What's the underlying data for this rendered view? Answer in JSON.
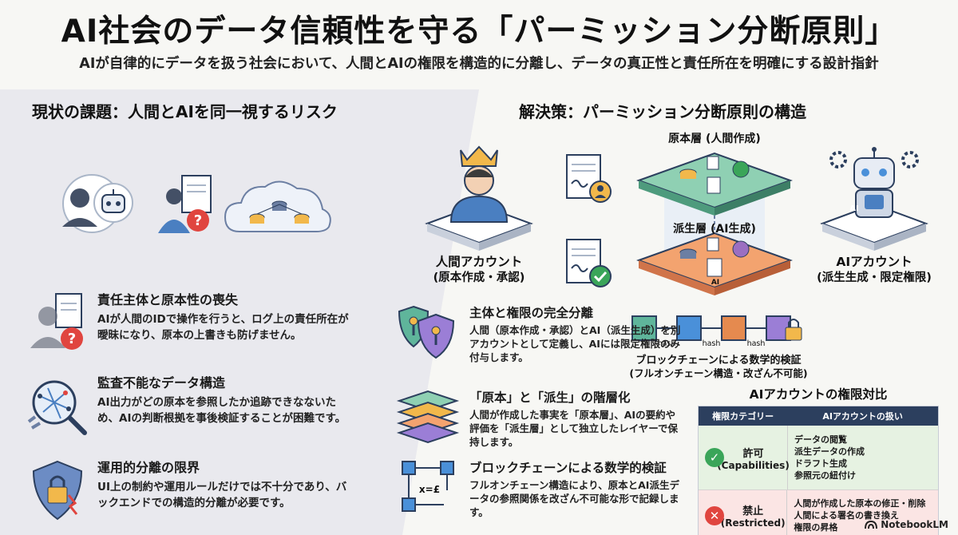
{
  "header": {
    "title": "AI社会のデータ信頼性を守る「パーミッション分断原則」",
    "subtitle": "AIが自律的にデータを扱う社会において、人間とAIの権限を構造的に分離し、データの真正性と責任所在を明確にする設計指針"
  },
  "left": {
    "title": "現状の課題：人間とAIを同一視するリスク",
    "issues": [
      {
        "title": "責任主体と原本性の喪失",
        "body": "AIが人間のIDで操作を行うと、ログ上の責任所在が曖昧になり、原本の上書きも防げません。",
        "icon": "person-document-question-icon"
      },
      {
        "title": "監査不能なデータ構造",
        "body": "AI出力がどの原本を参照したか追跡できなないため、AIの判断根拠を事後検証することが困難です。",
        "icon": "tangled-network-magnifier-icon"
      },
      {
        "title": "運用的分離の限界",
        "body": "UI上の制約や運用ルールだけでは不十分であり、バックエンドでの構造的分離が必要です。",
        "icon": "broken-shield-lock-icon"
      }
    ]
  },
  "right": {
    "title": "解決策：パーミッション分断原則の構造",
    "human_account": {
      "label": "人間アカウント",
      "sub": "(原本作成・承認)"
    },
    "ai_account": {
      "label": "AIアカウント",
      "sub": "(派生生成・限定権限)"
    },
    "original_layer": "原本層 (人間作成)",
    "derived_layer": "派生層 (AI生成)",
    "hash_labels": [
      "hash",
      "hash",
      "hash"
    ],
    "chain_caption": "ブロックチェーンによる数学的検証",
    "chain_sub": "(フルオンチェーン構造・改ざん不可能)",
    "ai_badge": "AI",
    "features": [
      {
        "title": "主体と権限の完全分離",
        "body": "人間（原本作成・承認）とAI（派生生成）を別アカウントとして定義し、AIには限定権限のみ付与します。",
        "icon": "dual-shield-key-icon"
      },
      {
        "title": "「原本」と「派生」の階層化",
        "body": "人間が作成した事実を「原本層」、AIの要約や評価を「派生層」として独立したレイヤーで保持します。",
        "icon": "layer-stack-icon"
      },
      {
        "title": "ブロックチェーンによる数学的検証",
        "body": "フルオンチェーン構造により、原本とAI派生データの参照関係を改ざん不可能な形で記録します。",
        "icon": "cube-network-icon"
      }
    ],
    "formula": "x=£"
  },
  "table": {
    "title": "AIアカウントの権限対比",
    "headers": [
      "権限カテゴリー",
      "AIアカウントの扱い"
    ],
    "allow": {
      "label": "許可",
      "en": "(Capabilities)",
      "items": [
        "データの閲覧",
        "派生データの作成",
        "ドラフト生成",
        "参照元の紐付け"
      ]
    },
    "deny": {
      "label": "禁止",
      "en": "(Restricted)",
      "items": [
        "人間が作成した原本の修正・削除",
        "人間による署名の書き換え",
        "権限の昇格"
      ]
    }
  },
  "brand": "NotebookLM",
  "colors": {
    "navy": "#2c3f5e",
    "green": "#3aa559",
    "red": "#e0453f",
    "teal": "#5fb59b",
    "orange": "#e58a4f"
  }
}
